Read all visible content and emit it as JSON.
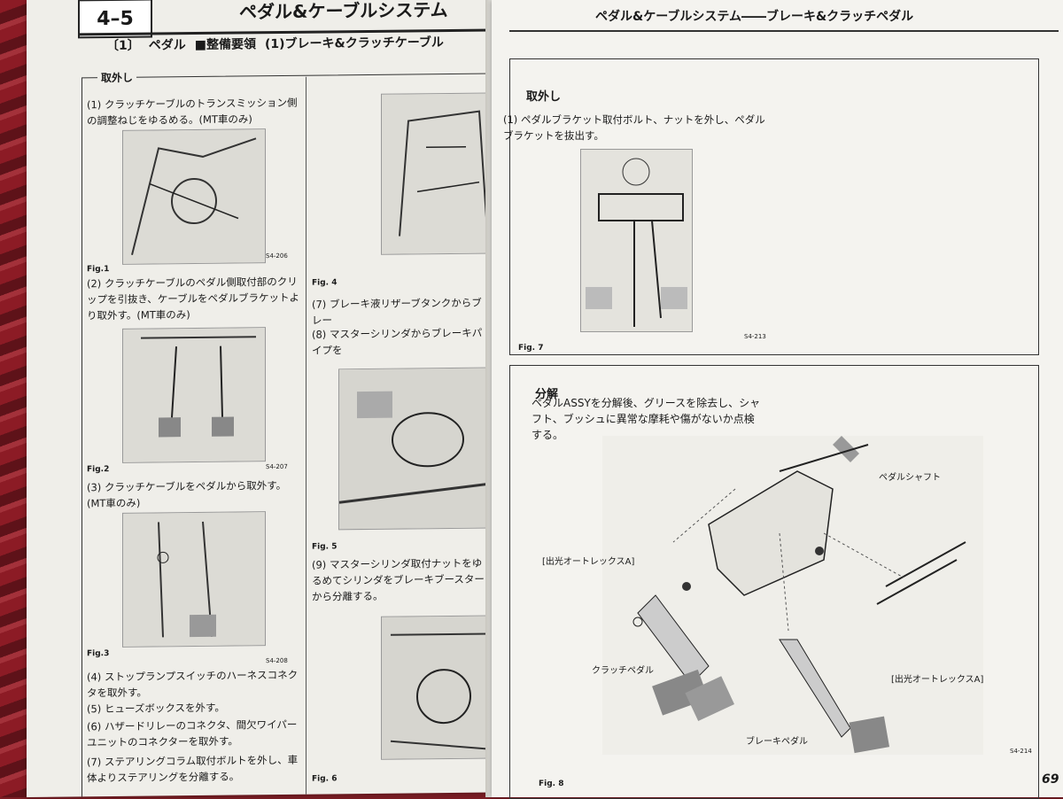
{
  "left": {
    "section": "4–5",
    "header": "ペダル&ケーブルシステム",
    "subhead": {
      "num": "〔1〕",
      "title": "ペダル",
      "type": "■整備要領",
      "item": "(1)ブレーキ&クラッチケーブル"
    },
    "removal_label": "取外し",
    "col1": {
      "step1": "(1) クラッチケーブルのトランスミッション側の調整ねじをゆるめる。(MT車のみ)",
      "fig1": "Fig.1",
      "fig1_code": "S4-206",
      "step2": "(2) クラッチケーブルのペダル側取付部のクリップを引抜き、ケーブルをペダルブラケットより取外す。(MT車のみ)",
      "fig2": "Fig.2",
      "fig2_code": "S4-207",
      "step3": "(3) クラッチケーブルをペダルから取外す。(MT車のみ)",
      "fig3": "Fig.3",
      "fig3_code": "S4-208",
      "step4": "(4) ストップランプスイッチのハーネスコネクタを取外す。",
      "step5": "(5) ヒューズボックスを外す。",
      "step6": "(6) ハザードリレーのコネクタ、間欠ワイパーユニットのコネクターを取外す。",
      "step7": "(7) ステアリングコラム取付ボルトを外し、車体よりステアリングを分離する。"
    },
    "col2": {
      "fig4": "Fig. 4",
      "step7": "(7) ブレーキ液リザーブタンクからブレー",
      "step8": "(8) マスターシリンダからブレーキパイプを",
      "fig5": "Fig. 5",
      "step9": "(9) マスターシリンダ取付ナットをゆるめてシリンダをブレーキブースターから分離する。",
      "fig6": "Fig. 6"
    }
  },
  "right": {
    "header": "ペダル&ケーブルシステム――ブレーキ&クラッチペダル",
    "removal_label": "取外し",
    "step1": "(1) ペダルブラケット取付ボルト、ナットを外し、ペダルブラケットを抜出す。",
    "fig7": "Fig. 7",
    "fig7_code": "S4-213",
    "disassembly_label": "分解",
    "disassembly_text": "ペダルASSYを分解後、グリースを除去し、シャフト、ブッシュに異常な摩耗や傷がないか点検する。",
    "callouts": {
      "shaft": "ペダルシャフト",
      "grease1": "[出光オートレックスA]",
      "clutch": "クラッチペダル",
      "grease2": "[出光オートレックスA]",
      "brake": "ブレーキペダル"
    },
    "fig8": "Fig. 8",
    "fig8_code": "S4-214",
    "page_number": "69"
  }
}
